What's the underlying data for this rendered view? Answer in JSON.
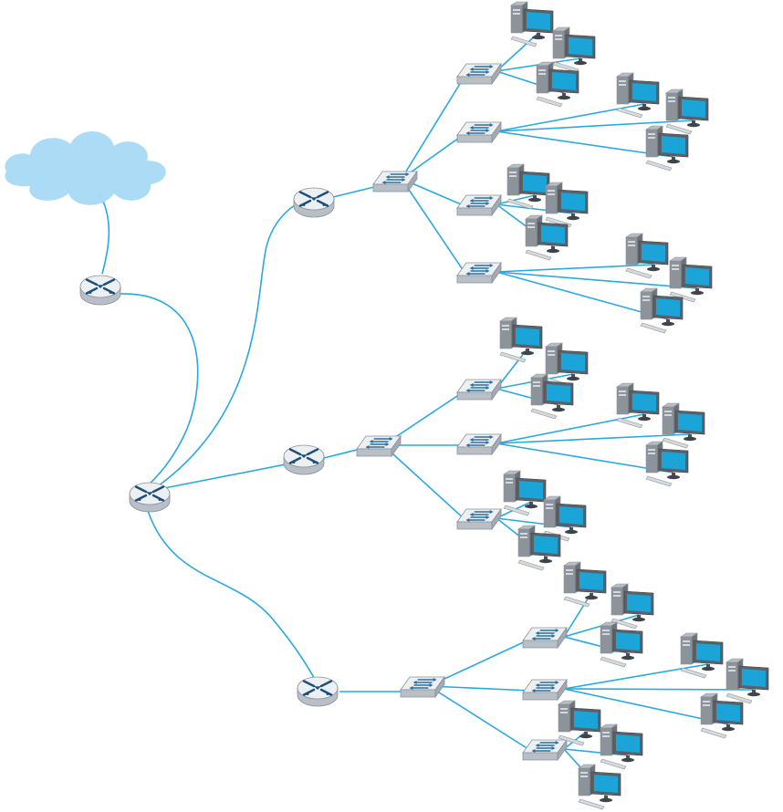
{
  "diagram": {
    "kind": "hierarchical network topology",
    "colors": {
      "link": "#29a9dd",
      "cloud": "#a8daf4",
      "device_top": "#edf0f3",
      "device_side": "#b9bfc6",
      "device_edge": "#8a9198",
      "router_arrow": "#1d4f7a",
      "switch_arrow": "#2a6f9e",
      "monitor_screen": "#1aa4d8",
      "monitor_frame": "#5b6168",
      "tower": "#8c939a"
    },
    "icons": {
      "cloud": "internet-cloud-icon",
      "router": "router-icon",
      "switch": "switch-icon",
      "computer": "workstation-icon"
    },
    "structure": {
      "internet_clouds": 1,
      "edge_routers": 1,
      "core_routers": 1,
      "distribution_routers": 3,
      "distribution_switches": 3,
      "access_switches": 10,
      "workstations": 30
    }
  }
}
